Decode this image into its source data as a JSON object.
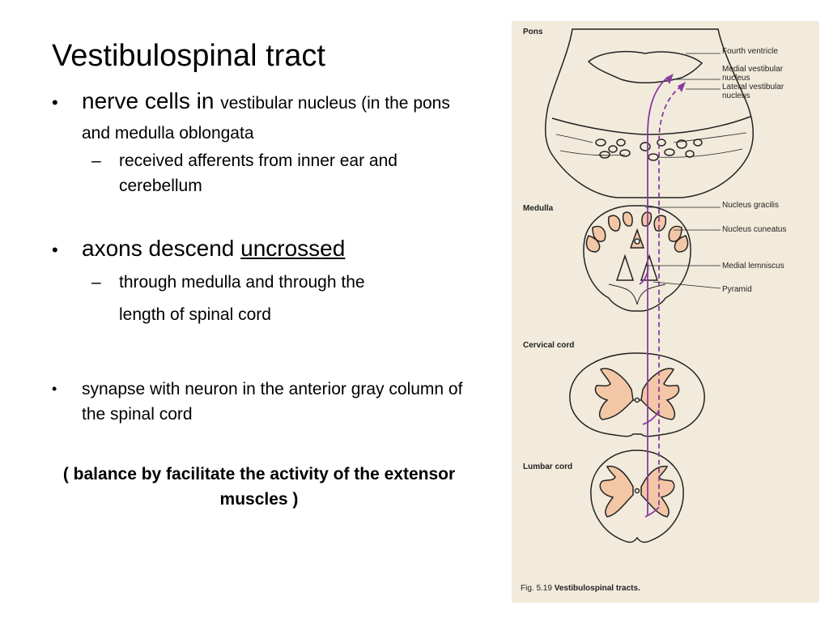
{
  "slide": {
    "title": "Vestibulospinal tract",
    "bullet1": {
      "large": "nerve cells in ",
      "small": "vestibular nucleus (in the pons and medulla oblongata"
    },
    "bullet1_sub": "received afferents from inner ear and cerebellum",
    "bullet2": {
      "prefix": "axons descend ",
      "underlined": "uncrossed"
    },
    "bullet2_sub_line1": "through medulla and through the",
    "bullet2_sub_line2": "length of spinal cord",
    "bullet3": "synapse with neuron in the anterior gray column of the spinal cord",
    "note": "( balance by facilitate the activity of the extensor muscles )",
    "bullet_symbol": "•",
    "dash_symbol": "–"
  },
  "figure": {
    "section_labels": {
      "pons": "Pons",
      "medulla": "Medulla",
      "cervical": "Cervical cord",
      "lumbar": "Lumbar cord"
    },
    "annotations": {
      "fourth_ventricle": "Fourth ventricle",
      "medial_vestibular": "Medial vestibular nucleus",
      "lateral_vestibular": "Lateral vestibular nucleus",
      "nucleus_gracilis": "Nucleus gracilis",
      "nucleus_cuneatus": "Nucleus cuneatus",
      "medial_lemniscus": "Medial lemniscus",
      "pyramid": "Pyramid"
    },
    "caption_prefix": "Fig. 5.19",
    "caption_title": "Vestibulospinal tracts.",
    "colors": {
      "background": "#f2ebdc",
      "tract": "#8a3aa0",
      "gray_matter": "#f3c7a6",
      "outline": "#222222"
    }
  }
}
